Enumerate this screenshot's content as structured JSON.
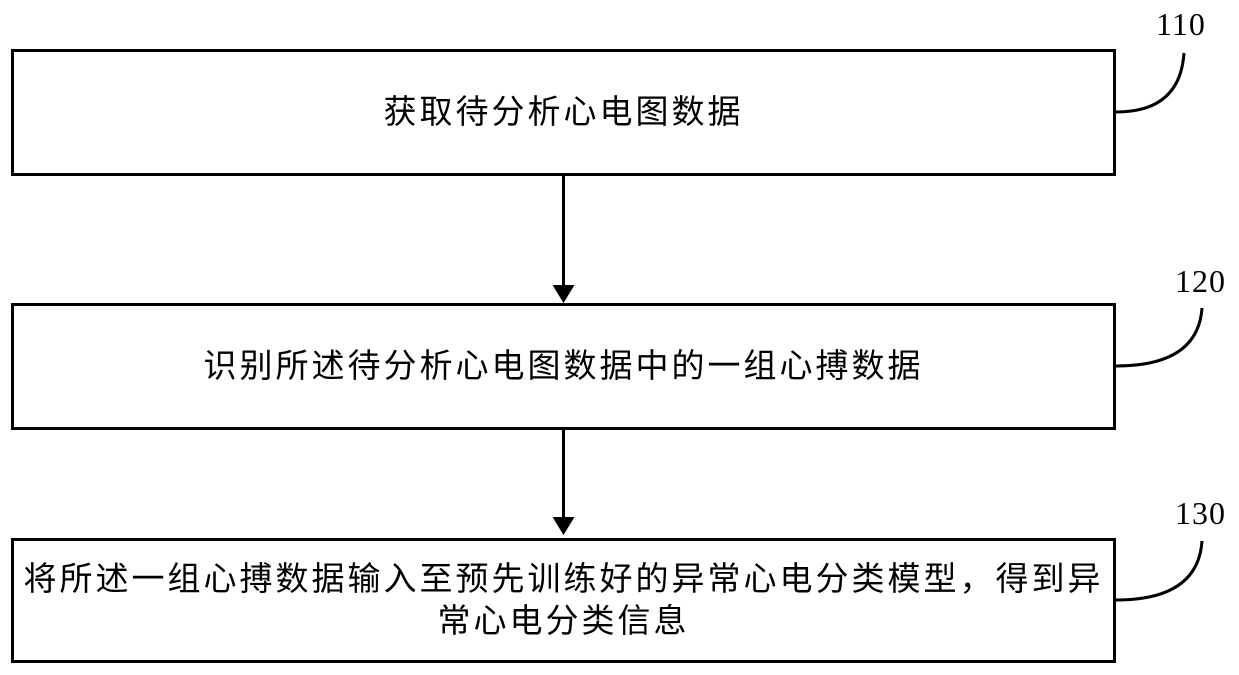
{
  "figure": {
    "type": "flowchart",
    "background_color": "#ffffff",
    "line_color": "#000000",
    "text_color": "#000000",
    "steps": [
      {
        "ref": "110",
        "text": "获取待分析心电图数据"
      },
      {
        "ref": "120",
        "text": "识别所述待分析心电图数据中的一组心搏数据"
      },
      {
        "ref": "130",
        "text": "将所述一组心搏数据输入至预先训练好的异常心电分类模型，得到异常心电分类信息"
      }
    ]
  }
}
